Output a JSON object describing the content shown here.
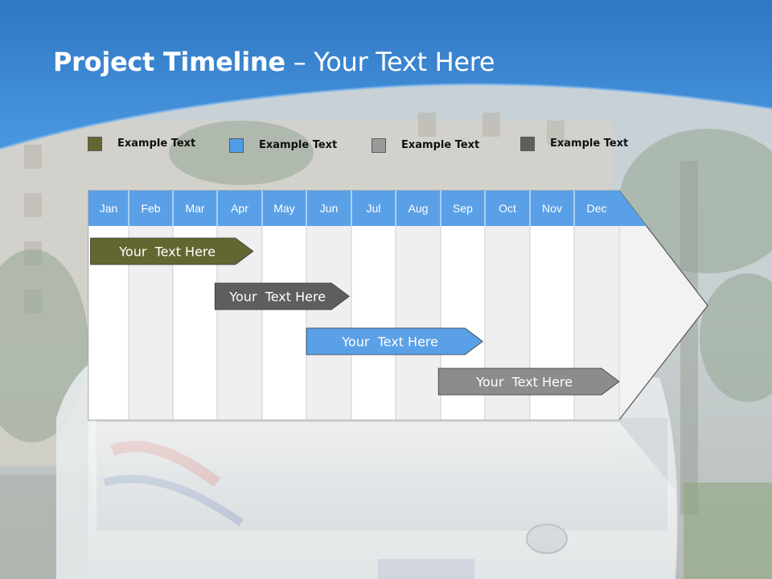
{
  "slide": {
    "title_bold": "Project Timeline",
    "title_rest": " – Your Text Here"
  },
  "legend": [
    {
      "label": "Example Text",
      "color": "#646631"
    },
    {
      "label": "Example Text",
      "color": "#4f9de6"
    },
    {
      "label": "Example Text",
      "color": "#9a9a9a"
    },
    {
      "label": "Example Text",
      "color": "#5e5e5e"
    }
  ],
  "timeline": {
    "months": [
      "Jan",
      "Feb",
      "Mar",
      "Apr",
      "May",
      "Jun",
      "Jul",
      "Aug",
      "Sep",
      "Oct",
      "Nov",
      "Dec"
    ],
    "header_color": "#5aa0e6",
    "tasks": [
      {
        "label": "Your  Text Here",
        "start_month": 0.05,
        "end_month": 3.8,
        "color": "#646631"
      },
      {
        "label": "Your  Text Here",
        "start_month": 2.95,
        "end_month": 5.95,
        "color": "#5e5e5e"
      },
      {
        "label": "Your  Text Here",
        "start_month": 5.0,
        "end_month": 8.95,
        "color": "#5aa0e6"
      },
      {
        "label": "Your  Text Here",
        "start_month": 7.95,
        "end_month": 12.0,
        "color": "#8c8c8c"
      }
    ]
  }
}
